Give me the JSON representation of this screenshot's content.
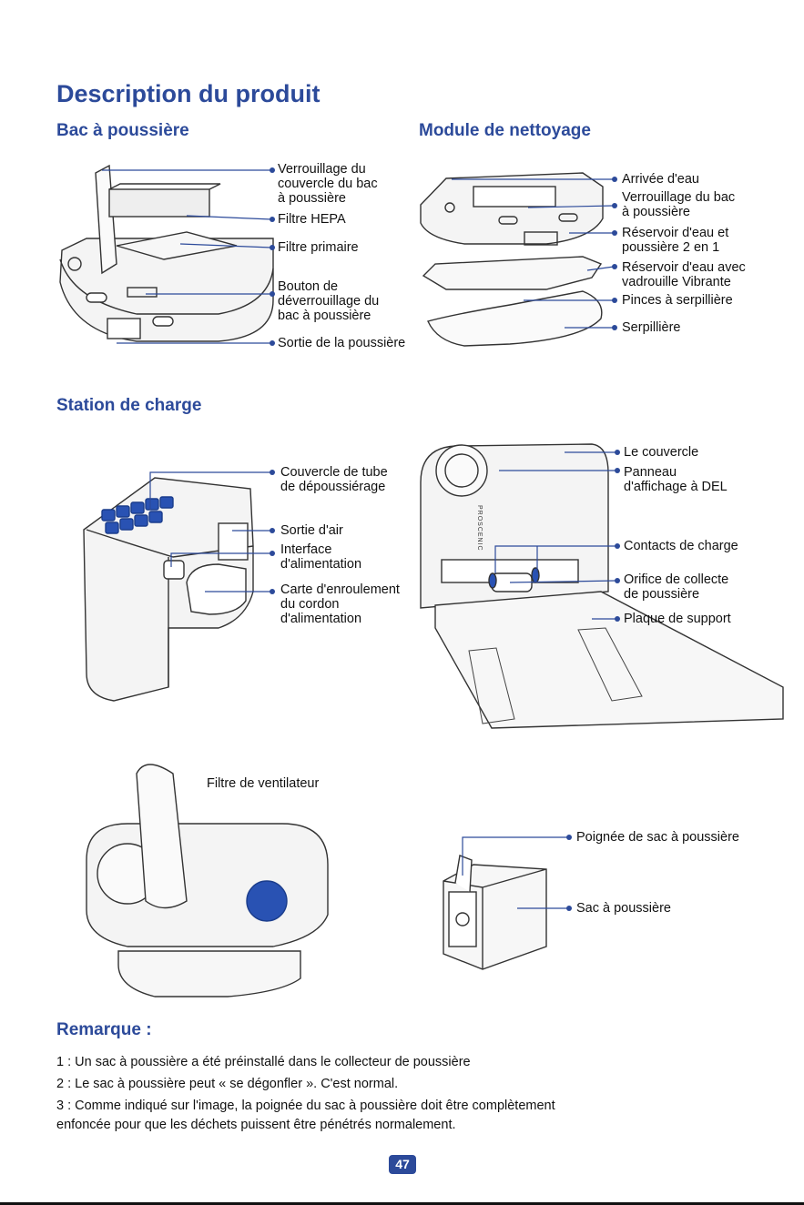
{
  "page": {
    "title": "Description du produit",
    "page_number": "47"
  },
  "sections": {
    "dust_bin": {
      "title": "Bac à poussière",
      "labels": [
        "Verrouillage du\ncouvercle du bac\nà poussière",
        "Filtre HEPA",
        "Filtre primaire",
        "Bouton de\ndéverrouillage du\nbac à poussière",
        "Sortie de la poussière"
      ]
    },
    "cleaning_module": {
      "title": "Module de nettoyage",
      "labels": [
        "Arrivée d'eau",
        "Verrouillage du bac\nà poussière",
        "Réservoir d'eau et\npoussière 2 en 1",
        "Réservoir d'eau avec\nvadrouille Vibrante",
        "Pinces à serpillière",
        "Serpillière"
      ]
    },
    "charging_station": {
      "title": "Station de charge",
      "left_labels": [
        "Couvercle de tube\nde dépoussiérage",
        "Sortie d'air",
        "Interface\nd'alimentation",
        "Carte d'enroulement\ndu cordon\nd'alimentation"
      ],
      "right_labels": [
        "Le couvercle",
        "Panneau\nd'affichage à DEL",
        "Contacts de charge",
        "Orifice de collecte\nde poussière",
        "Plaque de support"
      ],
      "brand_mark": "PROSCENIC"
    },
    "fan_filter": {
      "label": "Filtre de ventilateur"
    },
    "dust_bag": {
      "labels": [
        "Poignée de sac à poussière",
        "Sac à poussière"
      ]
    },
    "remarks": {
      "title": "Remarque :",
      "items": [
        "1 : Un sac à poussière a été préinstallé dans le collecteur de poussière",
        "2 : Le sac à poussière peut « se dégonfler ». C'est normal.",
        "3 : Comme indiqué sur l'image, la poignée du sac à poussière doit être complètement\n     enfoncée pour que les déchets puissent être pénétrés normalement."
      ]
    }
  },
  "colors": {
    "accent": "#2c4a9a",
    "text": "#111111",
    "highlight_blue": "#1f4fb0"
  }
}
